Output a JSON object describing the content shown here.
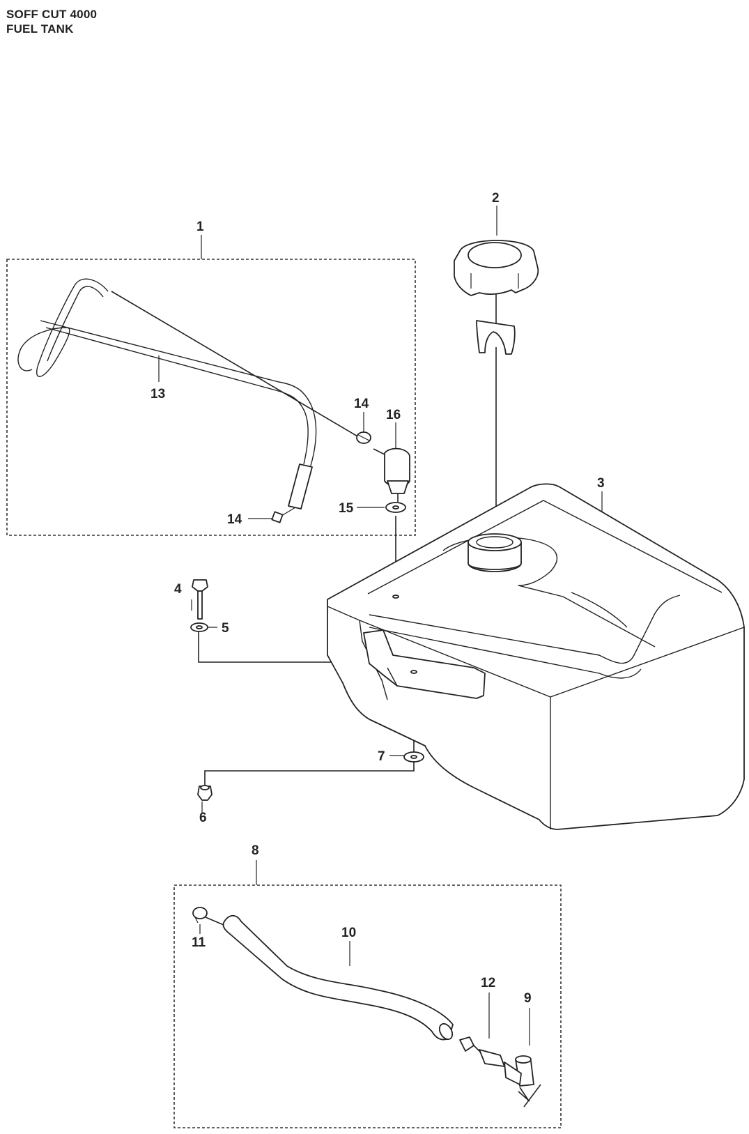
{
  "header": {
    "model": "SOFF CUT 4000",
    "section": "FUEL TANK"
  },
  "callouts": [
    {
      "id": "c1",
      "label": "1"
    },
    {
      "id": "c2",
      "label": "2"
    },
    {
      "id": "c3",
      "label": "3"
    },
    {
      "id": "c4",
      "label": "4"
    },
    {
      "id": "c5",
      "label": "5"
    },
    {
      "id": "c6",
      "label": "6"
    },
    {
      "id": "c7",
      "label": "7"
    },
    {
      "id": "c8",
      "label": "8"
    },
    {
      "id": "c9",
      "label": "9"
    },
    {
      "id": "c10",
      "label": "10"
    },
    {
      "id": "c11",
      "label": "11"
    },
    {
      "id": "c12",
      "label": "12"
    },
    {
      "id": "c13",
      "label": "13"
    },
    {
      "id": "c14a",
      "label": "14"
    },
    {
      "id": "c14b",
      "label": "14"
    },
    {
      "id": "c15",
      "label": "15"
    },
    {
      "id": "c16",
      "label": "16"
    }
  ],
  "colors": {
    "line": "#222222",
    "background": "#ffffff"
  }
}
